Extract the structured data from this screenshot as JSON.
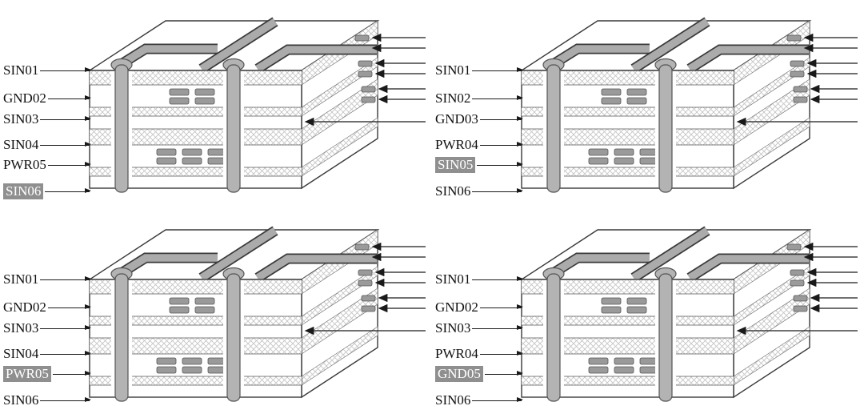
{
  "figure": {
    "title": "Six-layer PCB stackup cutaway comparisons",
    "colors": {
      "metal": "#ababab",
      "via": "#b3b3b3",
      "outline": "#3a3a3a",
      "highlight_bg": "#8f8f8f",
      "highlight_text": "#ffffff"
    }
  },
  "panels": [
    {
      "name": "top-left-stackup",
      "labels": [
        {
          "text": "SIN01",
          "highlighted": false
        },
        {
          "text": "GND02",
          "highlighted": false
        },
        {
          "text": "SIN03",
          "highlighted": false
        },
        {
          "text": "SIN04",
          "highlighted": false
        },
        {
          "text": "PWR05",
          "highlighted": false
        },
        {
          "text": "SIN06",
          "highlighted": true
        }
      ]
    },
    {
      "name": "top-right-stackup",
      "labels": [
        {
          "text": "SIN01",
          "highlighted": false
        },
        {
          "text": "SIN02",
          "highlighted": false
        },
        {
          "text": "GND03",
          "highlighted": false
        },
        {
          "text": "PWR04",
          "highlighted": false
        },
        {
          "text": "SIN05",
          "highlighted": true
        },
        {
          "text": "SIN06",
          "highlighted": false
        }
      ]
    },
    {
      "name": "bottom-left-stackup",
      "labels": [
        {
          "text": "SIN01",
          "highlighted": false
        },
        {
          "text": "GND02",
          "highlighted": false
        },
        {
          "text": "SIN03",
          "highlighted": false
        },
        {
          "text": "SIN04",
          "highlighted": false
        },
        {
          "text": "PWR05",
          "highlighted": true
        },
        {
          "text": "SIN06",
          "highlighted": false
        }
      ]
    },
    {
      "name": "bottom-right-stackup",
      "labels": [
        {
          "text": "SIN01",
          "highlighted": false
        },
        {
          "text": "GND02",
          "highlighted": false
        },
        {
          "text": "SIN03",
          "highlighted": false
        },
        {
          "text": "PWR04",
          "highlighted": false
        },
        {
          "text": "GND05",
          "highlighted": true
        },
        {
          "text": "SIN06",
          "highlighted": false
        }
      ]
    }
  ]
}
